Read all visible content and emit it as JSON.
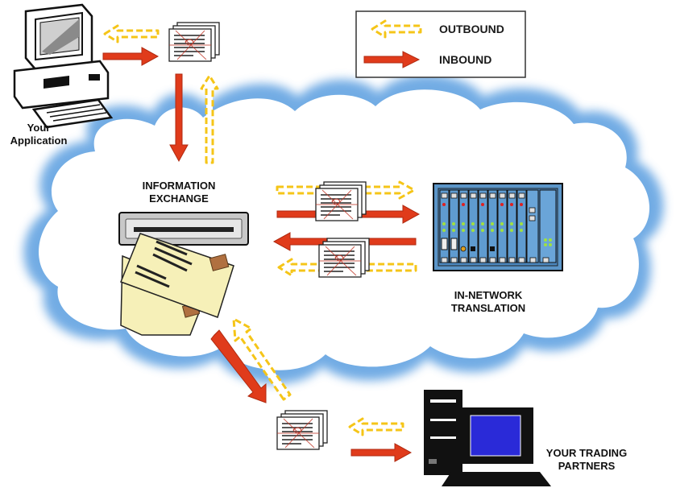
{
  "legend": {
    "outbound_label": "OUTBOUND",
    "inbound_label": "INBOUND",
    "outbound_color": "#f5c518",
    "inbound_color": "#e03b1b"
  },
  "nodes": {
    "application": {
      "line1": "Your",
      "line2": "Application"
    },
    "exchange": {
      "line1": "INFORMATION",
      "line2": "EXCHANGE"
    },
    "translation": {
      "line1": "IN-NETWORK",
      "line2": "TRANSLATION"
    },
    "partners": {
      "line1": "YOUR TRADING",
      "line2": "PARTNERS"
    }
  },
  "colors": {
    "cloud_edge": "#4a90d9",
    "cloud_fill": "#ffffff",
    "server_panel": "#4f8fc8",
    "envelope": "#f6f0b8",
    "screen": "#2a2ad8"
  },
  "icons": [
    "computer-icon",
    "document-stack-icon",
    "mail-slot-icon",
    "envelope-icon",
    "server-rack-icon",
    "workstation-icon"
  ]
}
